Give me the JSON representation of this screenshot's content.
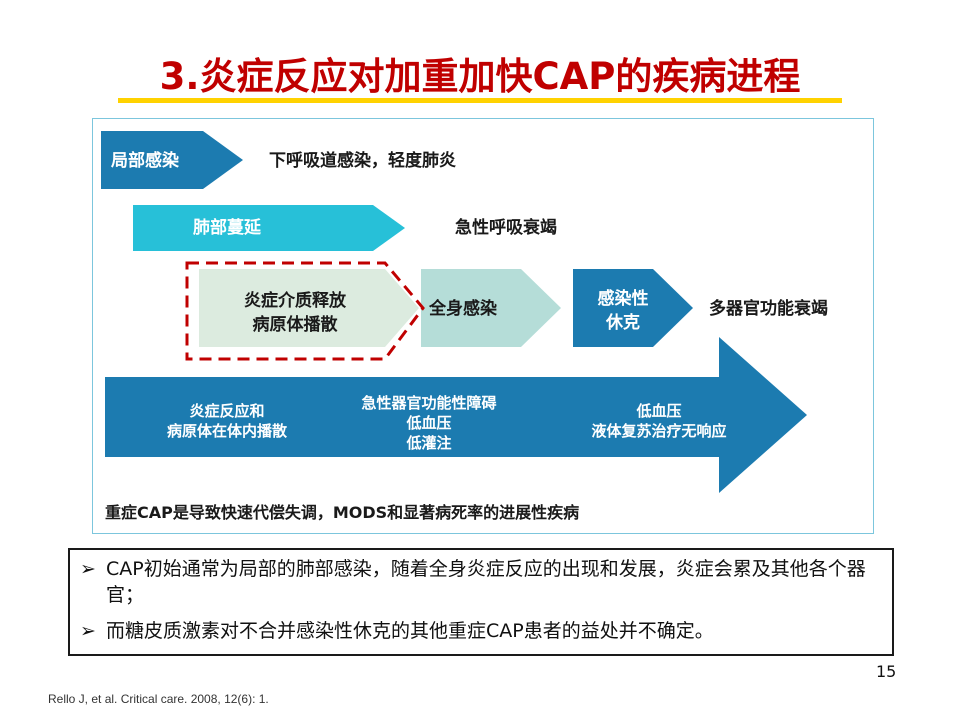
{
  "title": "3.炎症反应对加重加快CAP的疾病进程",
  "diagram": {
    "row1": {
      "arrow": "局部感染",
      "outcome": "下呼吸道感染，轻度肺炎"
    },
    "row2": {
      "arrow": "肺部蔓延",
      "outcome": "急性呼吸衰竭"
    },
    "row3": {
      "dashed_box": [
        "炎症介质释放",
        "病原体播散"
      ],
      "arrow2": "全身感染",
      "arrow3": [
        "感染性",
        "休克"
      ],
      "outcome": "多器官功能衰竭"
    },
    "big_arrow": {
      "left": [
        "炎症反应和",
        "病原体在体内播散"
      ],
      "middle": [
        "急性器官功能性障碍",
        "低血压",
        "低灌注"
      ],
      "right": [
        "低血压",
        "液体复苏治疗无响应"
      ]
    },
    "summary": "重症CAP是导致快速代偿失调，MODS和显著病死率的进展性疾病"
  },
  "colors": {
    "title": "#c00000",
    "dark_blue": "#1c7bb0",
    "cyan": "#27c0d8",
    "pale_mint": "#b5ddd8",
    "pale_green": "#dcebdf",
    "dashed_red": "#c00000"
  },
  "bullets": {
    "mark": "➢",
    "items": [
      "CAP初始通常为局部的肺部感染，随着全身炎症反应的出现和发展，炎症会累及其他各个器官；",
      "而糖皮质激素对不合并感染性休克的其他重症CAP患者的益处并不确定。"
    ]
  },
  "page_number": "15",
  "citation": "Rello J, et al. Critical care. 2008, 12(6): 1."
}
